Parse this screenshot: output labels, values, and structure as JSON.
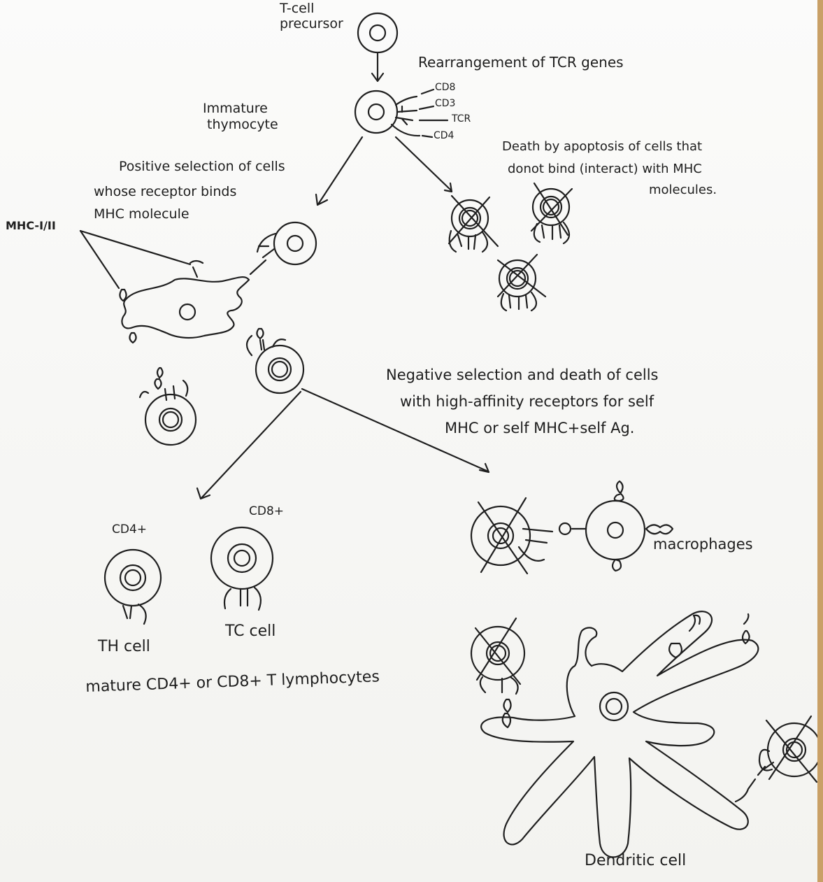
{
  "labels": {
    "tcell_precursor": [
      "T-cell",
      "precursor"
    ],
    "rearrangement": "Rearrangement of TCR genes",
    "immature": [
      "Immature",
      "thymocyte"
    ],
    "cd8": "CD8",
    "cd3": "CD3",
    "tcr": "TCR",
    "cd4": "CD4",
    "positive": [
      "Positive selection of cells",
      "whose receptor binds",
      "MHC molecule"
    ],
    "death": [
      "Death by apoptosis of cells that",
      "donot bind (interact) with MHC",
      "molecules."
    ],
    "mhc": "MHC-I/II",
    "negative": [
      "Negative selection and death of cells",
      "with high-affinity receptors for self",
      "MHC or self MHC+self Ag."
    ],
    "cd4_plus": "CD4+",
    "cd8_plus": "CD8+",
    "macrophages": "macrophages",
    "th_cell": "TH cell",
    "tc_cell": "TC cell",
    "mature": "mature CD4+ or CD8+ T lymphocytes",
    "dendritic": "Dendritic cell"
  }
}
